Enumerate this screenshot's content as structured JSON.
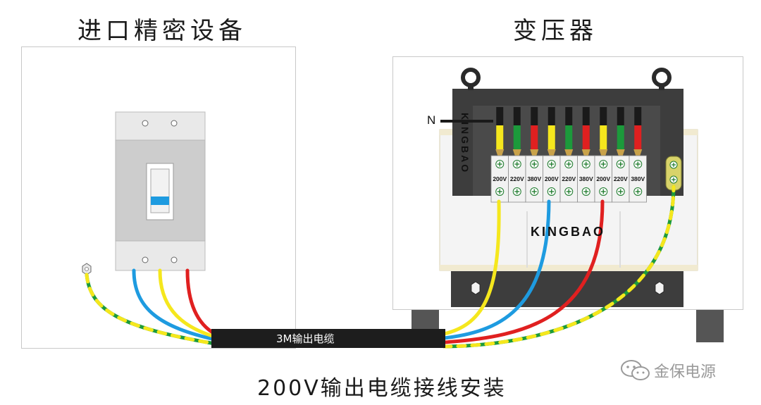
{
  "left_title": "进口精密设备",
  "right_title": "变压器",
  "n_label": "N",
  "brand_vertical": "KINGBAO",
  "brand_horizontal": "KINGBAO",
  "terminals": [
    {
      "label": "200V",
      "wire_color": "#f5e71d"
    },
    {
      "label": "220V",
      "wire_color": "#1c9a3b"
    },
    {
      "label": "380V",
      "wire_color": "#e02020"
    },
    {
      "label": "200V",
      "wire_color": "#f5e71d"
    },
    {
      "label": "220V",
      "wire_color": "#1c9a3b"
    },
    {
      "label": "380V",
      "wire_color": "#e02020"
    },
    {
      "label": "200V",
      "wire_color": "#f5e71d"
    },
    {
      "label": "220V",
      "wire_color": "#1c9a3b"
    },
    {
      "label": "380V",
      "wire_color": "#e02020"
    }
  ],
  "cable_label": "3M输出电缆",
  "caption": "200V输出电缆接线安装",
  "watermark": "金保电源",
  "colors": {
    "yellow": "#f5e71d",
    "green": "#1c9a3b",
    "red": "#e02020",
    "blue": "#1e9be0",
    "dark": "#3d3d3d"
  }
}
